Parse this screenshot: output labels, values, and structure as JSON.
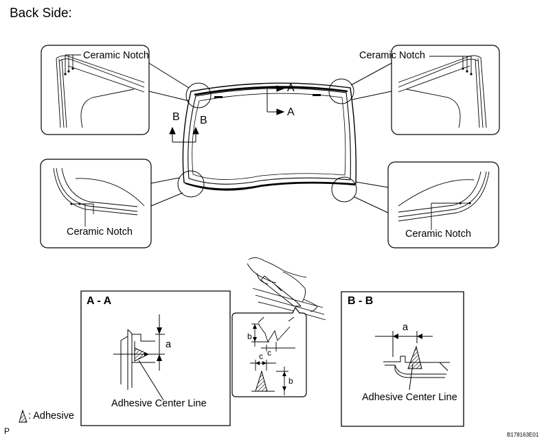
{
  "page": {
    "title": "Back Side:",
    "code": "P",
    "figure_id": "B178163E01"
  },
  "callouts": {
    "top_left": "Ceramic Notch",
    "top_right": "Ceramic Notch",
    "bottom_left": "Ceramic Notch",
    "bottom_right": "Ceramic Notch"
  },
  "section_marks": {
    "a_upper": "A",
    "a_lower": "A",
    "b_left": "B",
    "b_right": "B"
  },
  "detail_aa": {
    "title": "A - A",
    "dim_a": "a",
    "center_line": "Adhesive Center Line"
  },
  "detail_bb": {
    "title": "B - B",
    "dim_a": "a",
    "center_line": "Adhesive Center Line"
  },
  "nozzle_detail": {
    "dim_b_upper": "b",
    "dim_c_upper": "c",
    "dim_c_lower": "c",
    "dim_b_lower": "b"
  },
  "legend": {
    "adhesive": ": Adhesive"
  }
}
